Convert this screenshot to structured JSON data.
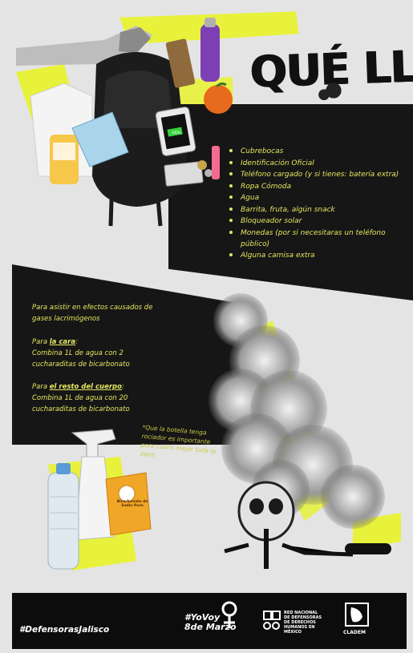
{
  "title": "QUÉ LLEVO",
  "items": [
    "Cubrebocas",
    "Identificación Oficial",
    "Teléfono cargado (y si tienes: batería extra)",
    "Ropa Cómoda",
    "Agua",
    "Barrita, fruta, algún snack",
    "Bloqueador solar",
    "Monedas (por si necesitaras un teléfono público)",
    "Alguna camisa extra"
  ],
  "gas": {
    "intro": "Para asistir en efectos causados de gases lacrimógenos",
    "face_prefix": "Para ",
    "face_label": "la cara",
    "face_suffix": ":",
    "face_recipe": "Combina 1L de agua con 2 cucharaditas de bicarbonato",
    "body_prefix": "Para ",
    "body_label": "el resto del cuerpo",
    "body_suffix": ":",
    "body_recipe": "Combina 1L de agua con 20 cucharaditas de bicarbonato",
    "note": "*Que la botella tenga rociador es importante para cubrir mejor toda la zona"
  },
  "phone_battery": "100%",
  "soda_label": "Bicarbonato de Sodio Puro",
  "footer": {
    "hashtag": "#DefensorasJalisco",
    "logo1": "#YoVoy 8de Marzo",
    "logo2": "RED NACIONAL DE DEFENSORAS DE DERECHOS HUMANOS EN MÉXICO",
    "logo3": "CLADEM"
  },
  "colors": {
    "accent": "#e8f23a",
    "panel": "#161616",
    "text_yellow": "#e4e75f",
    "background": "#e4e4e4"
  }
}
